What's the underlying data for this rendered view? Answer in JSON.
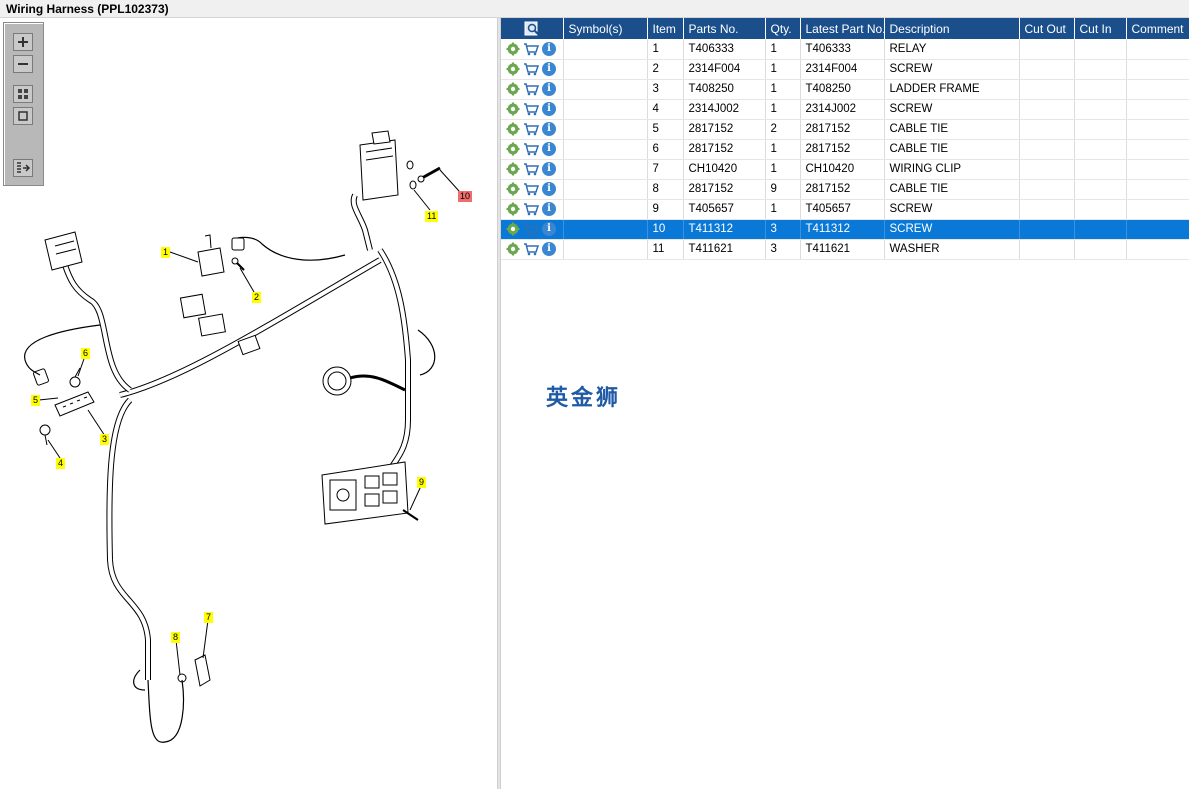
{
  "window": {
    "title": "Wiring Harness (PPL102373)"
  },
  "toolbox": {
    "buttons": [
      {
        "name": "zoom-in-button",
        "icon": "zoom-in-icon"
      },
      {
        "name": "zoom-out-button",
        "icon": "zoom-out-icon"
      },
      {
        "name": "fit-all-button",
        "icon": "fit-all-icon"
      },
      {
        "name": "actual-size-button",
        "icon": "actual-size-icon"
      },
      {
        "name": "toggle-list-button",
        "icon": "list-arrow-icon"
      }
    ]
  },
  "callouts": [
    "1",
    "2",
    "3",
    "4",
    "5",
    "6",
    "7",
    "8",
    "9",
    "10",
    "11"
  ],
  "grid": {
    "columns": [
      "",
      "Symbol(s)",
      "Item",
      "Parts No.",
      "Qty.",
      "Latest Part No.",
      "Description",
      "Cut Out",
      "Cut In",
      "Comment"
    ],
    "rows": [
      {
        "symbols": "",
        "item": "1",
        "part_no": "T406333",
        "qty": "1",
        "latest": "T406333",
        "description": "RELAY",
        "cut_out": "",
        "cut_in": "",
        "comment": ""
      },
      {
        "symbols": "",
        "item": "2",
        "part_no": "2314F004",
        "qty": "1",
        "latest": "2314F004",
        "description": "SCREW",
        "cut_out": "",
        "cut_in": "",
        "comment": ""
      },
      {
        "symbols": "",
        "item": "3",
        "part_no": "T408250",
        "qty": "1",
        "latest": "T408250",
        "description": "LADDER FRAME",
        "cut_out": "",
        "cut_in": "",
        "comment": ""
      },
      {
        "symbols": "",
        "item": "4",
        "part_no": "2314J002",
        "qty": "1",
        "latest": "2314J002",
        "description": "SCREW",
        "cut_out": "",
        "cut_in": "",
        "comment": ""
      },
      {
        "symbols": "",
        "item": "5",
        "part_no": "2817152",
        "qty": "2",
        "latest": "2817152",
        "description": "CABLE TIE",
        "cut_out": "",
        "cut_in": "",
        "comment": ""
      },
      {
        "symbols": "",
        "item": "6",
        "part_no": "2817152",
        "qty": "1",
        "latest": "2817152",
        "description": "CABLE TIE",
        "cut_out": "",
        "cut_in": "",
        "comment": ""
      },
      {
        "symbols": "",
        "item": "7",
        "part_no": "CH10420",
        "qty": "1",
        "latest": "CH10420",
        "description": "WIRING CLIP",
        "cut_out": "",
        "cut_in": "",
        "comment": ""
      },
      {
        "symbols": "",
        "item": "8",
        "part_no": "2817152",
        "qty": "9",
        "latest": "2817152",
        "description": "CABLE TIE",
        "cut_out": "",
        "cut_in": "",
        "comment": ""
      },
      {
        "symbols": "",
        "item": "9",
        "part_no": "T405657",
        "qty": "1",
        "latest": "T405657",
        "description": "SCREW",
        "cut_out": "",
        "cut_in": "",
        "comment": ""
      },
      {
        "symbols": "",
        "item": "10",
        "part_no": "T411312",
        "qty": "3",
        "latest": "T411312",
        "description": "SCREW",
        "cut_out": "",
        "cut_in": "",
        "comment": "",
        "selected": true
      },
      {
        "symbols": "",
        "item": "11",
        "part_no": "T411621",
        "qty": "3",
        "latest": "T411621",
        "description": "WASHER",
        "cut_out": "",
        "cut_in": "",
        "comment": ""
      }
    ],
    "row_icons": [
      "gear-icon",
      "cart-icon",
      "info-icon"
    ],
    "header_icon": "search-list-icon"
  },
  "watermark": "英金狮",
  "colors": {
    "header": "#1a4f8b",
    "selected_row": "#0a78d7",
    "callout": "#ffff00",
    "callout_selected": "#f06d6d"
  }
}
